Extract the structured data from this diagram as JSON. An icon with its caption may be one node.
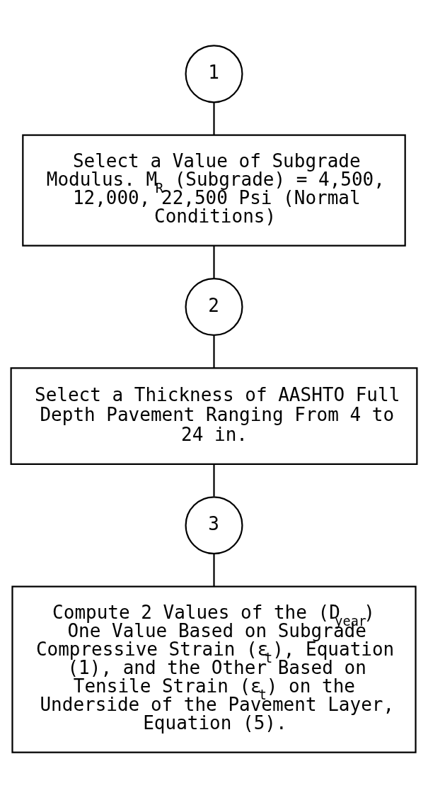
{
  "diagram": {
    "nodes": [
      {
        "text": [
          "1"
        ]
      },
      {
        "text": [
          "Select a Value of Subgrade Modulus. M$_{R}$ (Subgrade) = 4,500, 12,000, 22,500 Psi (Normal Conditions)"
        ]
      },
      {
        "text": [
          "2"
        ]
      },
      {
        "text": [
          "Select a Thickness of AASHTO Full Depth Pavement Ranging From 4 to 24 in."
        ]
      },
      {
        "text": [
          "3"
        ]
      },
      {
        "text": [
          "Compute 2 Values of the (D$_{year}$) One Value Based on Subgrade Compressive Strain (ε$_{t}$), Equation (1), and the Other Based on Tensile Strain (ε$_{t}$) on the Underside of the Pavement Layer, Equation (5)."
        ]
      }
    ],
    "edges": [
      {
        "from": 0,
        "to": 1,
        "arrow": "none"
      },
      {
        "from": 1,
        "to": 2,
        "arrow": "none"
      },
      {
        "from": 2,
        "to": 3,
        "arrow": "none"
      },
      {
        "from": 3,
        "to": 4,
        "arrow": "none"
      },
      {
        "from": 4,
        "to": 5,
        "arrow": "none"
      }
    ]
  }
}
